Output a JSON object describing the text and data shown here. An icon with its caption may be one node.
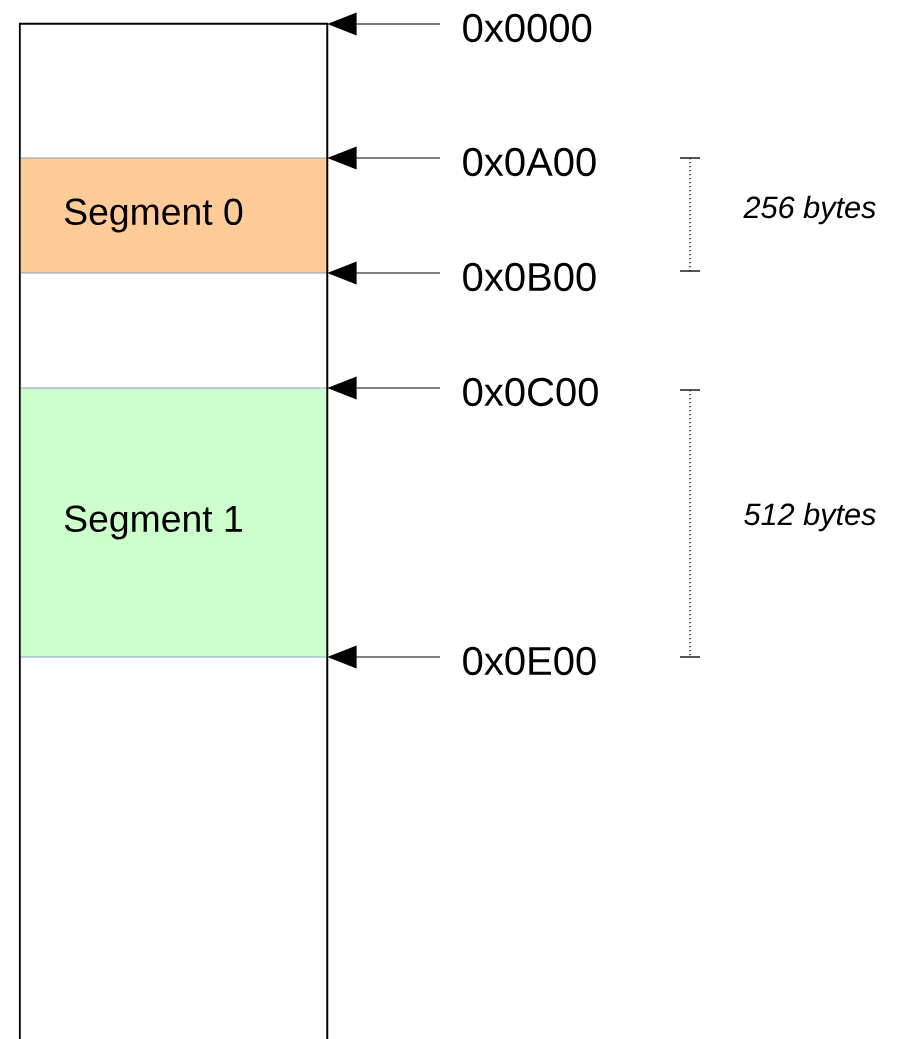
{
  "diagram": {
    "nodes": [
      {
        "text": [],
        "shape": "box"
      },
      {
        "text": [
          "0x0000"
        ]
      },
      {
        "text": [
          "0x0A00"
        ]
      },
      {
        "text": [
          "Segment 0"
        ],
        "in": 0
      },
      {
        "text": [
          "0x0B00"
        ]
      },
      {
        "text": [
          "0x0C00"
        ]
      },
      {
        "text": [
          "Segment 1"
        ],
        "in": 0
      },
      {
        "text": [
          "0x0E00"
        ]
      }
    ],
    "edges": [
      {
        "from": 1,
        "to": 0,
        "arrow": "to"
      },
      {
        "from": 2,
        "to": 0,
        "arrow": "to"
      },
      {
        "from": 4,
        "to": 0,
        "arrow": "to"
      },
      {
        "from": 5,
        "to": 0,
        "arrow": "to"
      },
      {
        "from": 7,
        "to": 0,
        "arrow": "to"
      }
    ],
    "labels": [
      "256 bytes",
      "512 bytes"
    ]
  }
}
